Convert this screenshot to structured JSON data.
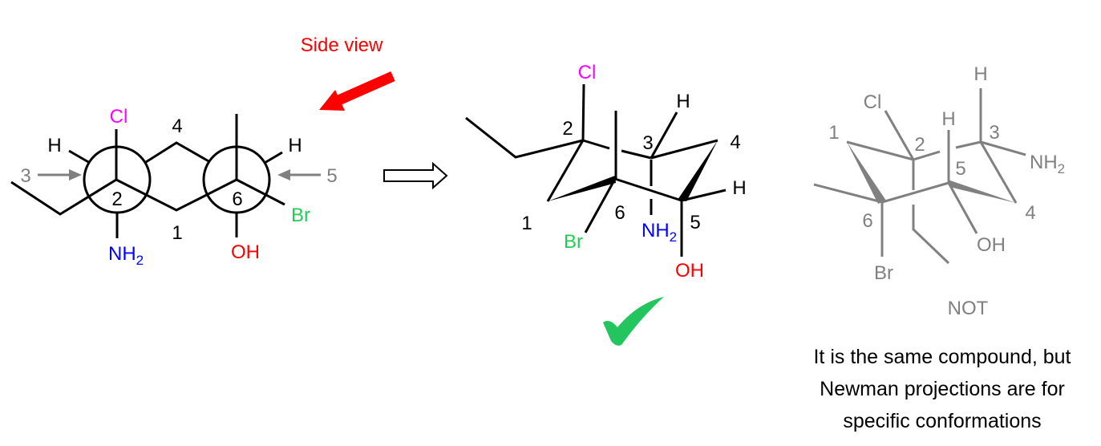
{
  "colors": {
    "chlorine": "#ff00ff",
    "amine": "#0000ff",
    "hydroxyl": "#ff0000",
    "bromine": "#22cc55",
    "annotation": "#ff0000",
    "faded": "#808080",
    "check": "#22c55e"
  },
  "side_view_label": "Side view",
  "newman": {
    "atoms": {
      "cl": "Cl",
      "h_left": "H",
      "h_right": "H",
      "nh2": "NH",
      "nh2_sub": "2",
      "oh": "OH",
      "br": "Br"
    },
    "numbers": {
      "c2": "2",
      "c6": "6",
      "c4": "4",
      "c1": "1",
      "view3": "3",
      "view5": "5"
    }
  },
  "chair_correct": {
    "atoms": {
      "cl": "Cl",
      "h3": "H",
      "h5": "H",
      "nh2": "NH",
      "nh2_sub": "2",
      "oh": "OH",
      "br": "Br"
    },
    "numbers": {
      "c1": "1",
      "c2": "2",
      "c3": "3",
      "c4": "4",
      "c5": "5",
      "c6": "6"
    },
    "icon": "checkmark-icon"
  },
  "chair_wrong": {
    "atoms": {
      "cl": "Cl",
      "h3": "H",
      "h5": "H",
      "nh2": "NH",
      "nh2_sub": "2",
      "oh": "OH",
      "br": "Br"
    },
    "numbers": {
      "c1": "1",
      "c2": "2",
      "c3": "3",
      "c4": "4",
      "c5": "5",
      "c6": "6"
    },
    "label": "NOT"
  },
  "caption": [
    "It is the same compound, but",
    "Newman projections are for",
    "specific conformations"
  ]
}
